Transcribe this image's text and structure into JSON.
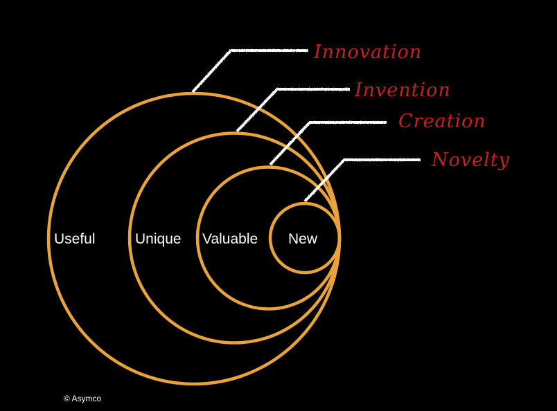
{
  "colors": {
    "circle": "#e8a43a",
    "tag": "#c8201c",
    "leader": "#ffffff",
    "background": "#000000"
  },
  "circles": [
    {
      "label": "Useful",
      "tag": "Innovation"
    },
    {
      "label": "Unique",
      "tag": "Invention"
    },
    {
      "label": "Valuable",
      "tag": "Creation"
    },
    {
      "label": "New",
      "tag": "Novelty"
    }
  ],
  "copyright": "© Asymco"
}
